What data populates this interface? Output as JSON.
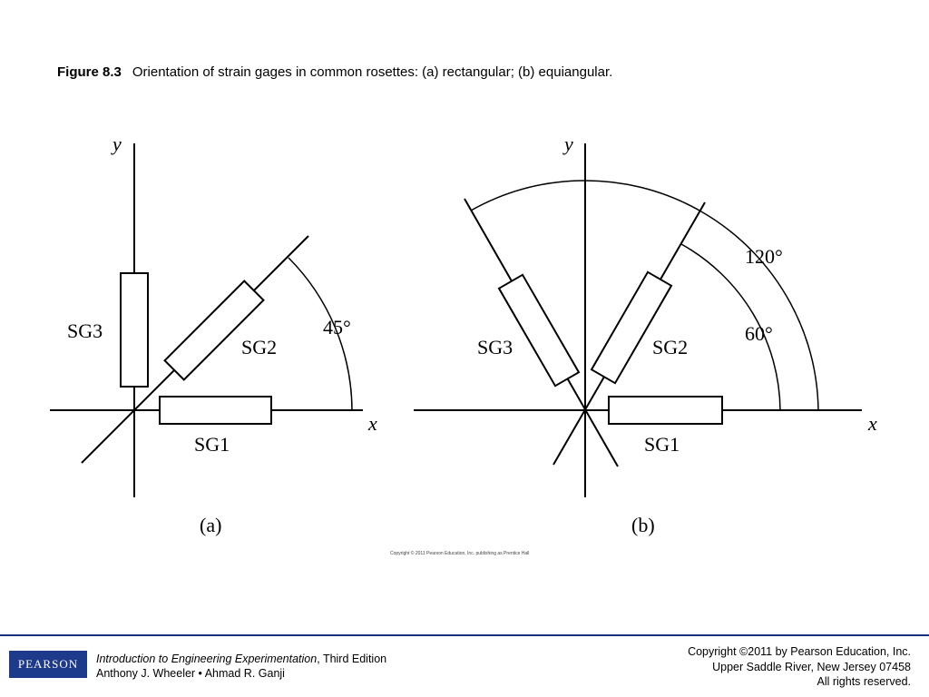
{
  "caption": {
    "figure_label": "Figure 8.3",
    "text": "Orientation of strain gages in common rosettes: (a) rectangular; (b) equiangular."
  },
  "diagram_a": {
    "axis_x": "x",
    "axis_y": "y",
    "gage_1": "SG1",
    "gage_2": "SG2",
    "gage_3": "SG3",
    "angle": "45°",
    "sublabel": "(a)"
  },
  "diagram_b": {
    "axis_x": "x",
    "axis_y": "y",
    "gage_1": "SG1",
    "gage_2": "SG2",
    "gage_3": "SG3",
    "angle_inner": "60°",
    "angle_outer": "120°",
    "sublabel": "(b)"
  },
  "image_copyright": "Copyright © 2011 Pearson Education, Inc. publishing as Prentice Hall",
  "footer": {
    "logo": "PEARSON",
    "book_title": "Introduction to Engineering Experimentation",
    "edition": ", Third Edition",
    "authors": "Anthony J. Wheeler • Ahmad R. Ganji",
    "copyright_1": "Copyright ©2011 by Pearson Education, Inc.",
    "copyright_2": "Upper Saddle River, New Jersey 07458",
    "copyright_3": "All rights reserved."
  },
  "colors": {
    "footer_rule": "#1a2f7a",
    "logo_bg": "#1e3a8a"
  }
}
